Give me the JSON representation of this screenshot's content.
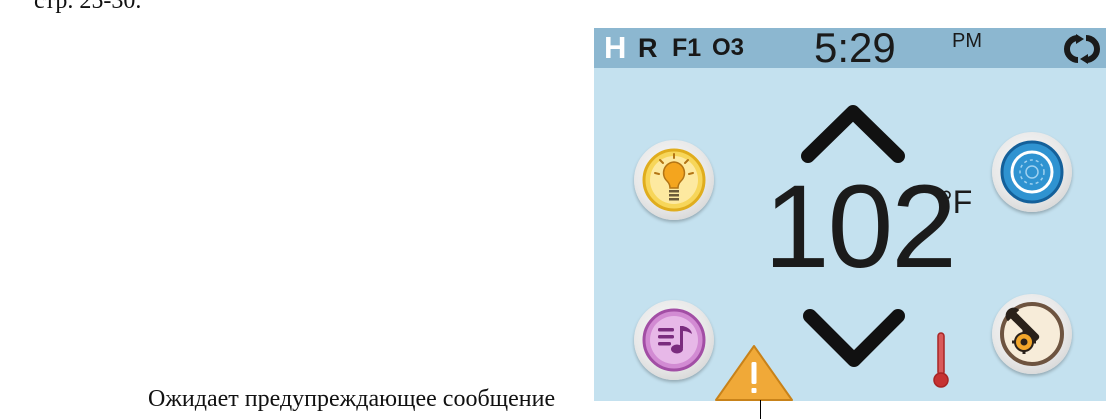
{
  "document": {
    "top_snippet": "стр. 25-30.",
    "caption": "Ожидает предупреждающее сообщение"
  },
  "status_bar": {
    "h": "H",
    "r": "R",
    "f": "F1",
    "o": "O3",
    "time": "5:29",
    "ampm": "PM"
  },
  "main": {
    "temperature": "102",
    "unit": "°F"
  },
  "icons": {
    "status": "refresh-icon",
    "light": "lightbulb-icon",
    "jets": "jets-icon",
    "music": "music-icon",
    "settings": "wrench-gear-icon",
    "up": "chevron-up-icon",
    "down": "chevron-down-icon",
    "warning": "warning-icon",
    "thermometer": "thermometer-icon"
  },
  "colors": {
    "screen_bg": "#c4e1ef",
    "status_bg": "#8cb7d0",
    "light_accent": "#f3c637",
    "jets_accent": "#2f93d1",
    "music_accent": "#c772c9",
    "settings_accent": "#8d6c54",
    "warning": "#f0a938",
    "thermometer": "#c63232"
  }
}
